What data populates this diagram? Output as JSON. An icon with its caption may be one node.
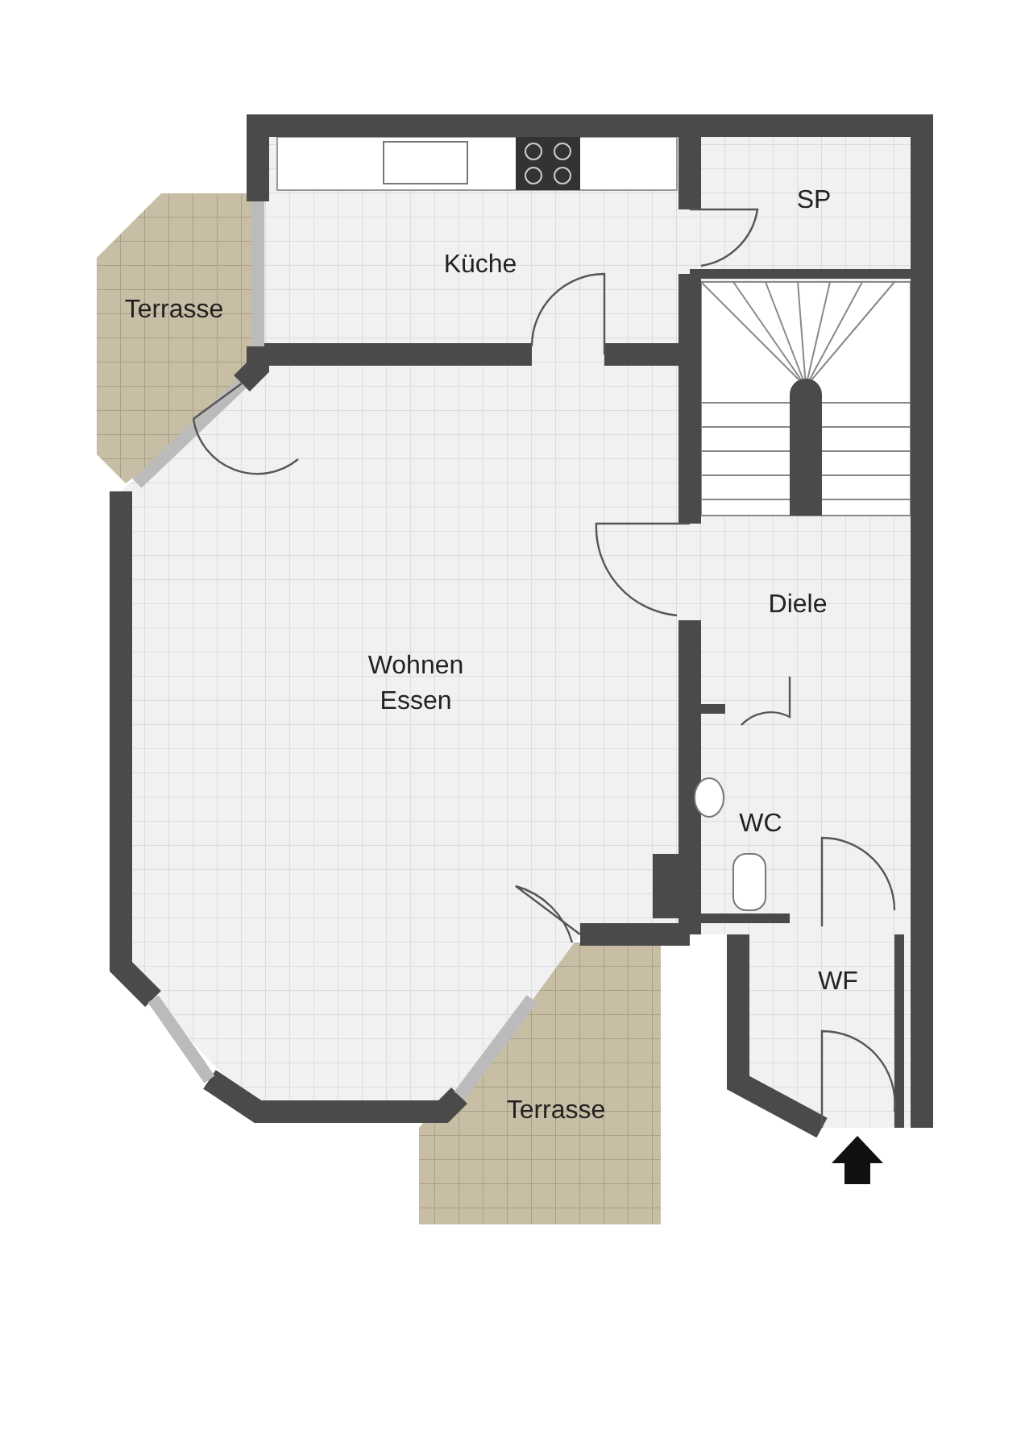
{
  "diagram": {
    "nodes": [
      {
        "text": [
          "Küche"
        ]
      },
      {
        "text": [
          "SP"
        ]
      },
      {
        "text": [
          "Terrasse"
        ]
      },
      {
        "text": [
          "Wohnen Essen"
        ]
      },
      {
        "text": [
          "Diele"
        ]
      },
      {
        "text": [
          "WC"
        ]
      },
      {
        "text": [
          "WF"
        ]
      },
      {
        "text": [
          "Terrasse"
        ]
      }
    ]
  }
}
